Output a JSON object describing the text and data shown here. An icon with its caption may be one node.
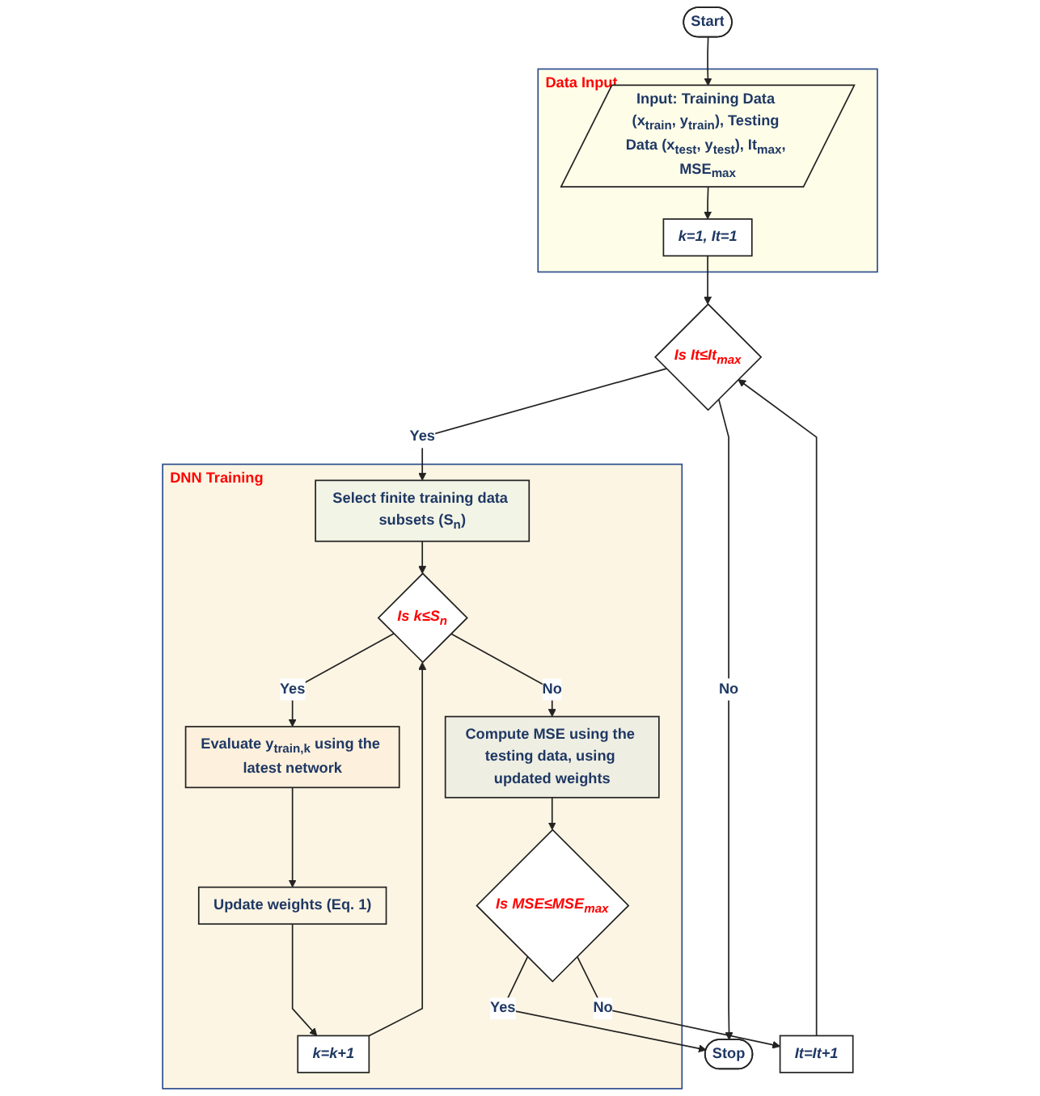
{
  "diagram": {
    "nodes": [
      {
        "text": [
          "Start"
        ]
      },
      {
        "text": [
          "Data Input"
        ]
      },
      {
        "text": [
          "Input: Training Data (x$_{train}$, y$_{train}$), Testing Data (x$_{test}$, y$_{test}$), It$_{max}$, MSE$_{max}$"
        ],
        "in": 1
      },
      {
        "text": [
          "k=1, It=1"
        ],
        "in": 1
      },
      {
        "text": [
          "Is It≤It$_{max}$"
        ]
      },
      {
        "text": [
          "Stop"
        ]
      },
      {
        "text": [
          "It=It+1"
        ]
      },
      {
        "text": [
          "DNN Training"
        ]
      },
      {
        "text": [
          "Is MSE≤MSE$_{max}$"
        ],
        "in": 7
      },
      {
        "text": [
          "Select finite training data subsets (S$_{n}$)"
        ],
        "in": 7
      },
      {
        "text": [
          "Is k≤S$_{n}$"
        ],
        "in": 7
      },
      {
        "text": [
          "Compute MSE using the testing data, using updated weights"
        ],
        "in": 7
      },
      {
        "text": [
          "k=k+1"
        ],
        "in": 7
      },
      {
        "text": [
          "Evaluate y$_{train,k}$ using the latest network"
        ],
        "in": 7
      },
      {
        "text": [
          "Update weights (Eq. 1)"
        ],
        "in": 7
      }
    ],
    "edges": [
      {
        "from": 0,
        "to": 2,
        "arrow": "to"
      },
      {
        "from": 2,
        "to": 3,
        "arrow": "to"
      },
      {
        "from": 3,
        "to": 4,
        "arrow": "to"
      },
      {
        "from": 4,
        "to": 5,
        "arrow": "to",
        "label": "No"
      },
      {
        "from": 4,
        "to": 9,
        "arrow": "to",
        "label": "Yes"
      },
      {
        "from": 8,
        "to": 5,
        "arrow": "to",
        "label": "Yes"
      },
      {
        "from": 8,
        "to": 6,
        "arrow": "to",
        "label": "No"
      },
      {
        "from": 6,
        "to": 4,
        "arrow": "to"
      },
      {
        "from": 9,
        "to": 10,
        "arrow": "to"
      },
      {
        "from": 10,
        "to": 11,
        "arrow": "to",
        "label": "No"
      },
      {
        "from": 10,
        "to": 13,
        "arrow": "to",
        "label": "Yes"
      },
      {
        "from": 13,
        "to": 14,
        "arrow": "to"
      },
      {
        "from": 14,
        "to": 12,
        "arrow": "to"
      },
      {
        "from": 12,
        "to": 10,
        "arrow": "to"
      },
      {
        "from": 11,
        "to": 8,
        "arrow": "to"
      }
    ]
  }
}
